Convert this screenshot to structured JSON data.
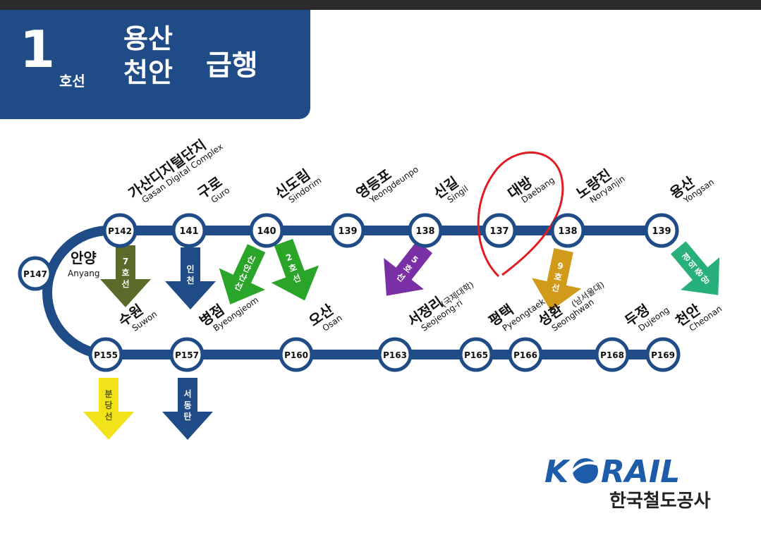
{
  "header": {
    "line_number": "1",
    "line_suffix": "호선",
    "route_a": "용산",
    "route_b": "천안",
    "service": "급행"
  },
  "colors": {
    "header_bg": "#1f4c86",
    "track": "#1f4c86",
    "line7": "#5a6b2a",
    "incheon_branch": "#1f4c86",
    "shinansan": "#2aa52a",
    "line2": "#2aa52a",
    "line5": "#7a2fa4",
    "line9": "#d19a1a",
    "gyeongui_jungang": "#28b07a",
    "suin_bundang": "#f2e21a",
    "dongtan_branch": "#1f4c86",
    "highlight_circle": "#e21b23"
  },
  "stations_top": [
    {
      "code": "P142",
      "ko": "가산디지털단지",
      "en": "Gasan Digital Complex"
    },
    {
      "code": "141",
      "ko": "구로",
      "en": "Guro"
    },
    {
      "code": "140",
      "ko": "신도림",
      "en": "Sindorim"
    },
    {
      "code": "139",
      "ko": "영등포",
      "en": "Yeongdeunpo"
    },
    {
      "code": "138",
      "ko": "신길",
      "en": "Singil"
    },
    {
      "code": "137",
      "ko": "대방",
      "en": "Daebang"
    },
    {
      "code": "138",
      "ko": "노량진",
      "en": "Noryanjin"
    },
    {
      "code": "139",
      "ko": "용산",
      "en": "Yongsan"
    }
  ],
  "station_left": {
    "code": "P147",
    "ko": "안양",
    "en": "Anyang"
  },
  "stations_bottom": [
    {
      "code": "P155",
      "ko": "수원",
      "en": "Suwon"
    },
    {
      "code": "P157",
      "ko": "병점",
      "en": "Byeongjeom"
    },
    {
      "code": "P160",
      "ko": "오산",
      "en": "Osan"
    },
    {
      "code": "P163",
      "ko": "서정리",
      "ko_note": "(국제대학)",
      "en": "Seojeong-ri"
    },
    {
      "code": "P165",
      "ko": "평택",
      "en": "Pyeongtaek"
    },
    {
      "code": "P166",
      "ko": "성환",
      "ko_note": "(남서울대)",
      "en": "Seonghwan"
    },
    {
      "code": "P168",
      "ko": "두정",
      "en": "Dujeong"
    },
    {
      "code": "P169",
      "ko": "천안",
      "en": "Cheonan"
    }
  ],
  "transfers": {
    "line7": [
      "7",
      "호",
      "선"
    ],
    "incheon": [
      "인",
      "천"
    ],
    "shinansan": [
      "신",
      "안",
      "산",
      "선"
    ],
    "line2": [
      "2",
      "호",
      "선"
    ],
    "line5": [
      "5",
      "호",
      "선"
    ],
    "line9": [
      "9",
      "호",
      "선"
    ],
    "gyeongui_jungang": [
      "경",
      "의",
      "중",
      "앙"
    ],
    "suin_bundang": [
      "분",
      "당",
      "선"
    ],
    "dongtan": [
      "서",
      "동",
      "탄"
    ]
  },
  "logo": {
    "name": "KORAIL",
    "subtitle": "한국철도공사"
  }
}
